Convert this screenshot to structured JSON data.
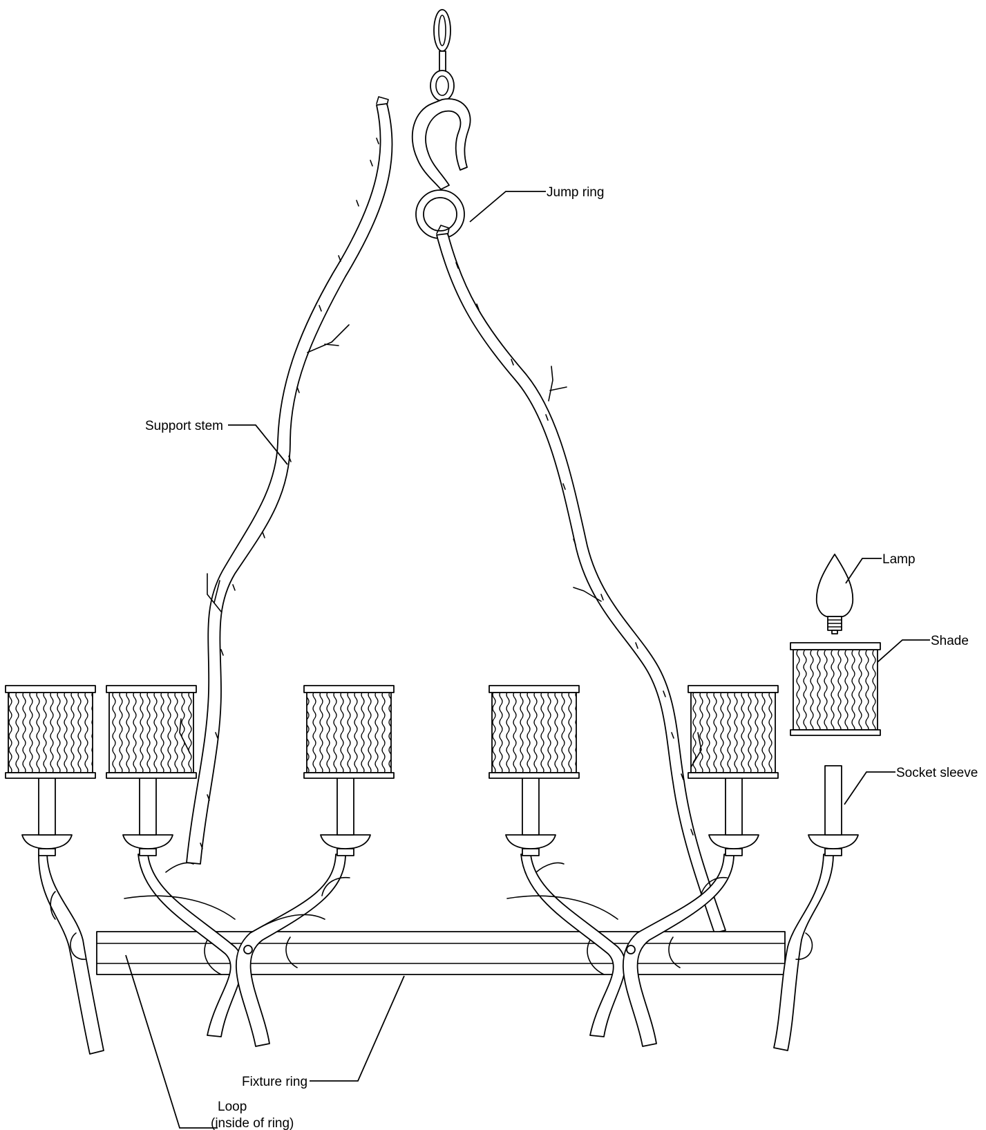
{
  "labels": {
    "jump_ring": "Jump ring",
    "support_stem": "Support stem",
    "lamp": "Lamp",
    "shade": "Shade",
    "socket_sleeve": "Socket sleeve",
    "fixture_ring": "Fixture ring",
    "loop_line1": "Loop",
    "loop_line2": "(inside of ring)"
  }
}
